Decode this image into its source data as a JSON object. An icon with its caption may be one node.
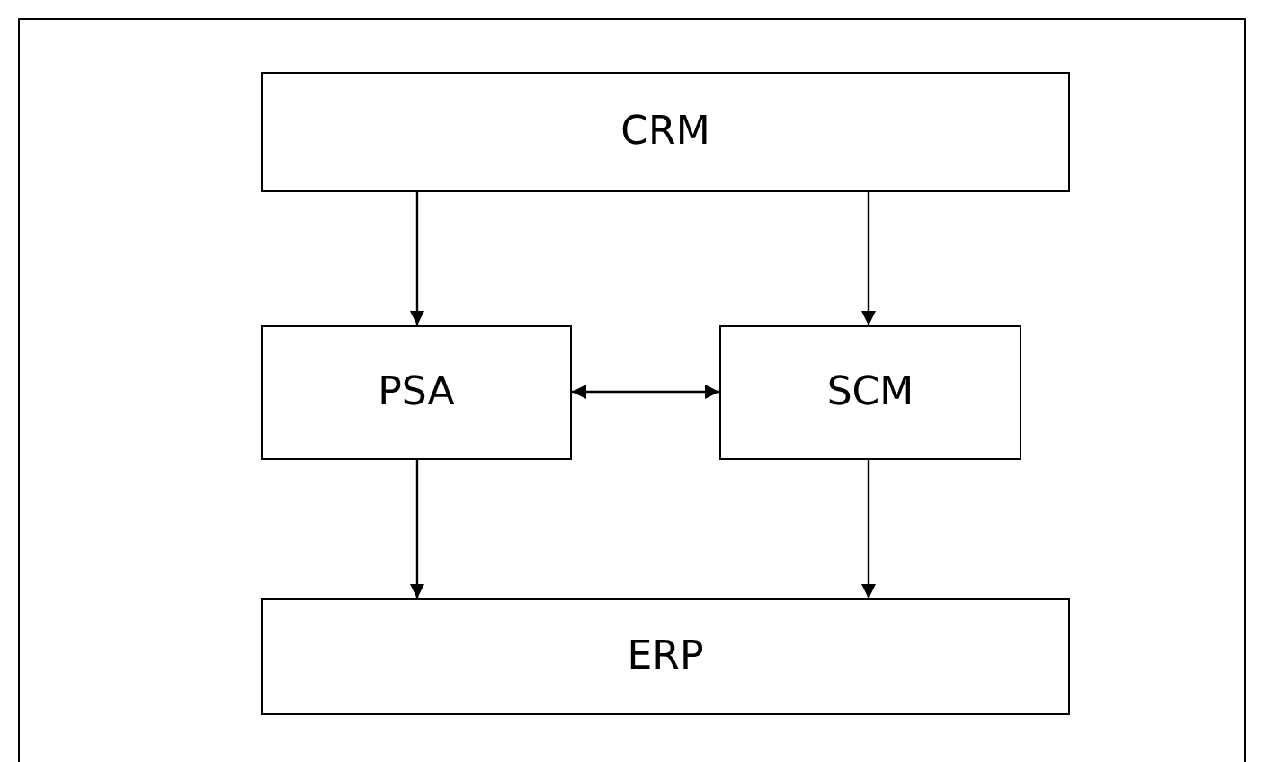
{
  "diagram": {
    "nodes": [
      {
        "text": [
          "CRM"
        ]
      },
      {
        "text": [
          "PSA"
        ]
      },
      {
        "text": [
          "SCM"
        ]
      },
      {
        "text": [
          "ERP"
        ]
      }
    ],
    "edges": [
      {
        "from": 0,
        "to": 1,
        "arrow": "to"
      },
      {
        "from": 0,
        "to": 2,
        "arrow": "to"
      },
      {
        "from": 1,
        "to": 2,
        "arrow": "both"
      },
      {
        "from": 1,
        "to": 3,
        "arrow": "to"
      },
      {
        "from": 2,
        "to": 3,
        "arrow": "to"
      }
    ]
  }
}
